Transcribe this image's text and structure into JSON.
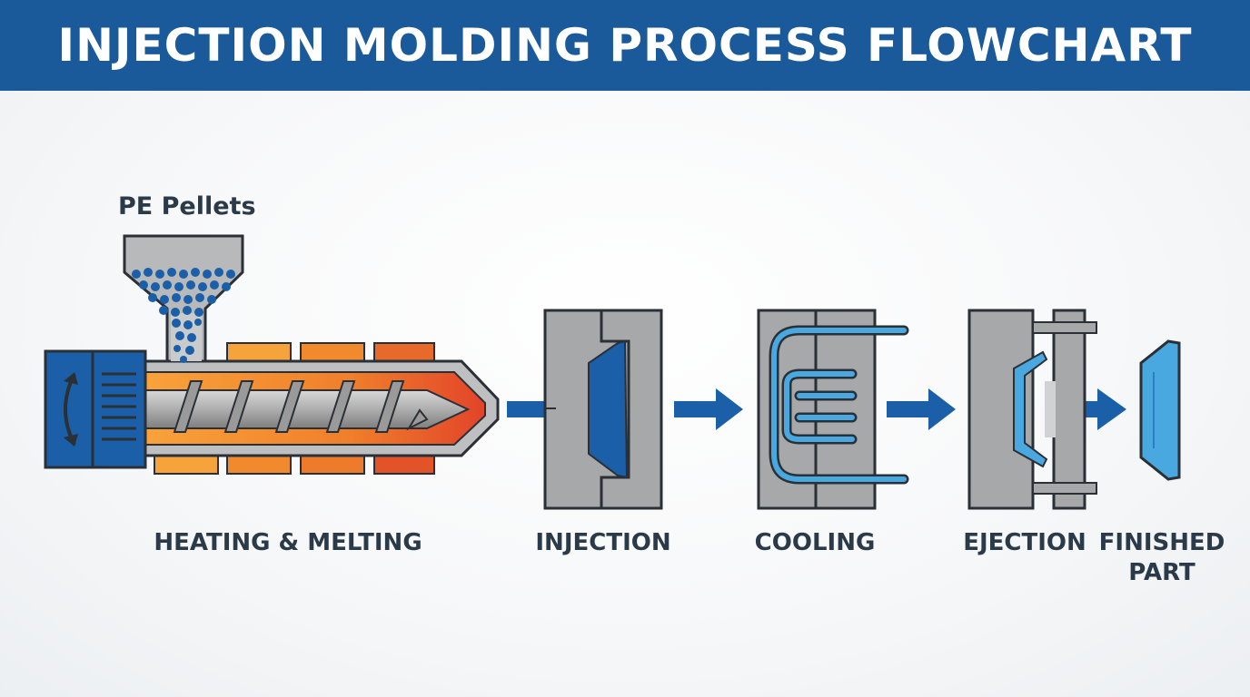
{
  "title": "INJECTION MOLDING PROCESS FLOWCHART",
  "colors": {
    "banner": "#1a5a9a",
    "primary_blue": "#1a5fa8",
    "light_blue": "#4aa8e0",
    "mold_gray": "#a6a8aa",
    "outline": "#2a3036",
    "heater_orange": "#f07f2a",
    "heater_red": "#e2532a",
    "label_text": "#2a3a48"
  },
  "input_material": {
    "label": "PE Pellets"
  },
  "stages": [
    {
      "id": "heating",
      "label": "HEATING & MELTING",
      "icon": "injection-unit-icon"
    },
    {
      "id": "injection",
      "label": "INJECTION",
      "icon": "mold-injection-icon"
    },
    {
      "id": "cooling",
      "label": "COOLING",
      "icon": "mold-cooling-icon"
    },
    {
      "id": "ejection",
      "label": "EJECTION",
      "icon": "mold-ejection-icon"
    },
    {
      "id": "finished",
      "label": "FINISHED\nPART",
      "label_line1": "FINISHED",
      "label_line2": "PART",
      "icon": "finished-part-icon"
    }
  ],
  "flow_icon": "arrow-right-icon"
}
